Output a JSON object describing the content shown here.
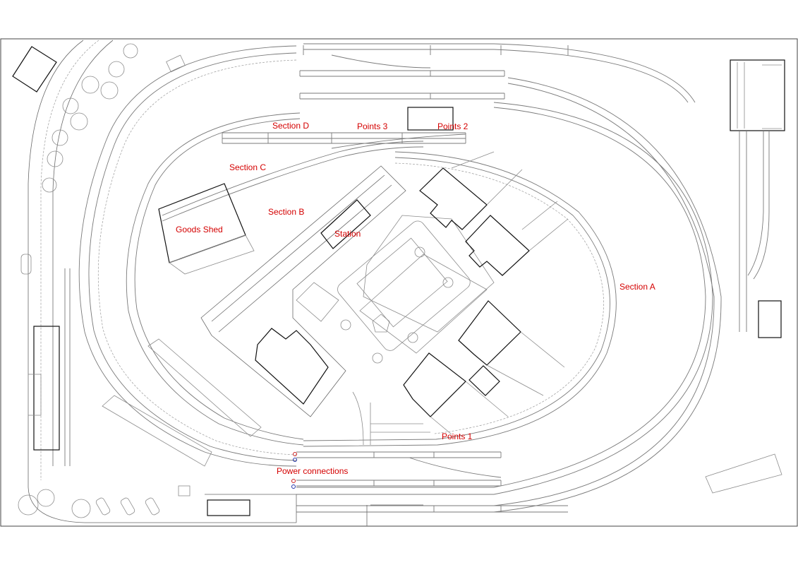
{
  "labels": {
    "section_a": "Section A",
    "section_b": "Section B",
    "section_c": "Section C",
    "section_d": "Section D",
    "points_1": "Points 1",
    "points_2": "Points 2",
    "points_3": "Points 3",
    "goods_shed": "Goods Shed",
    "station": "Station",
    "power_connections": "Power connections"
  },
  "colors": {
    "label": "#d40000",
    "building": "#111111",
    "track": "#7a7a7a",
    "connector_red": "#cc2222",
    "connector_blue": "#2233aa"
  }
}
